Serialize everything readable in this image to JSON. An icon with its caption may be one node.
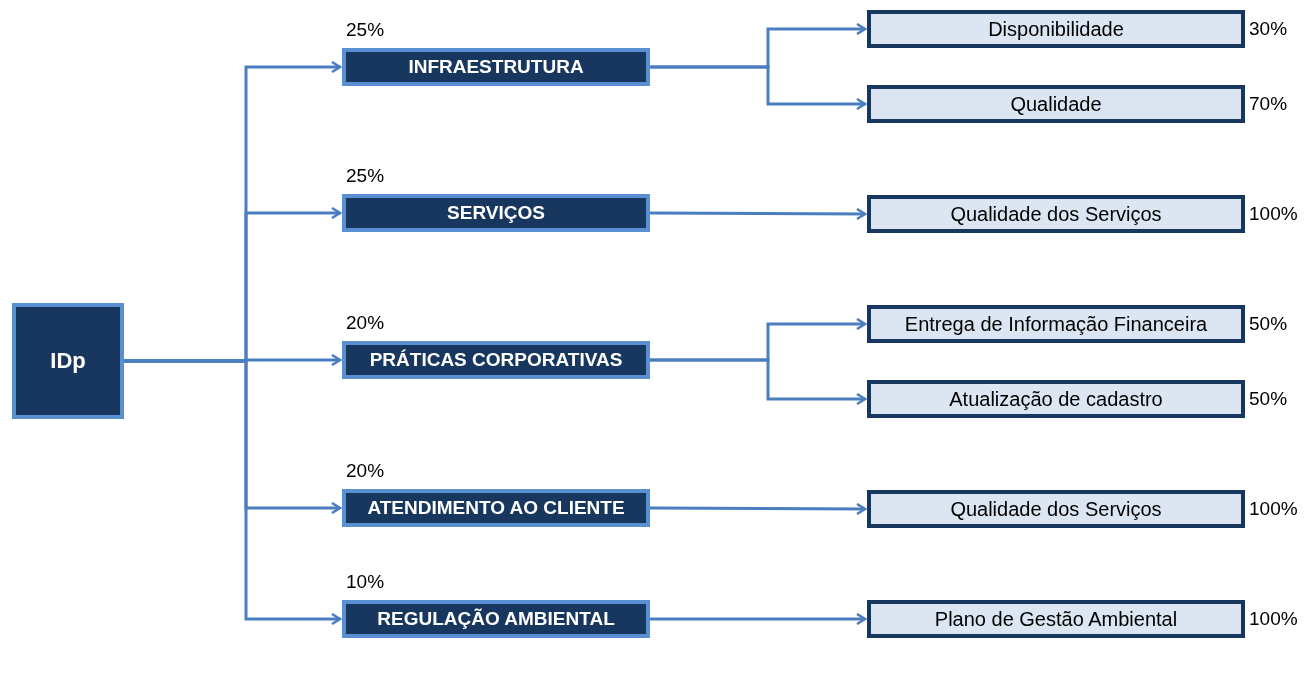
{
  "diagram": {
    "nodes": [
      {
        "text": [
          "IDp"
        ]
      },
      {
        "text": [
          "INFRAESTRUTURA"
        ],
        "beside": [
          "25%"
        ]
      },
      {
        "text": [
          "Disponibilidade"
        ],
        "beside": [
          "30%"
        ]
      },
      {
        "text": [
          "Qualidade"
        ],
        "beside": [
          "70%"
        ]
      },
      {
        "text": [
          "SERVIÇOS"
        ],
        "beside": [
          "25%"
        ]
      },
      {
        "text": [
          "Qualidade dos Serviços"
        ],
        "beside": [
          "100%"
        ]
      },
      {
        "text": [
          "PRÁTICAS CORPORATIVAS"
        ],
        "beside": [
          "20%"
        ]
      },
      {
        "text": [
          "Entrega de Informação Financeira"
        ],
        "beside": [
          "50%"
        ]
      },
      {
        "text": [
          "Atualização de cadastro"
        ],
        "beside": [
          "50%"
        ]
      },
      {
        "text": [
          "ATENDIMENTO AO CLIENTE"
        ],
        "beside": [
          "20%"
        ]
      },
      {
        "text": [
          "Qualidade dos Serviços"
        ],
        "beside": [
          "100%"
        ]
      },
      {
        "text": [
          "REGULAÇÃO AMBIENTAL"
        ],
        "beside": [
          "10%"
        ]
      },
      {
        "text": [
          "Plano de Gestão Ambiental"
        ],
        "beside": [
          "100%"
        ]
      }
    ],
    "edges": [
      {
        "from": 0,
        "to": 1,
        "arrow": "to"
      },
      {
        "from": 0,
        "to": 4,
        "arrow": "to"
      },
      {
        "from": 0,
        "to": 6,
        "arrow": "to"
      },
      {
        "from": 0,
        "to": 9,
        "arrow": "to"
      },
      {
        "from": 0,
        "to": 11,
        "arrow": "to"
      },
      {
        "from": 1,
        "to": 2,
        "arrow": "to"
      },
      {
        "from": 1,
        "to": 3,
        "arrow": "to"
      },
      {
        "from": 4,
        "to": 5,
        "arrow": "to"
      },
      {
        "from": 6,
        "to": 7,
        "arrow": "to"
      },
      {
        "from": 6,
        "to": 8,
        "arrow": "to"
      },
      {
        "from": 9,
        "to": 10,
        "arrow": "to"
      },
      {
        "from": 11,
        "to": 12,
        "arrow": "to"
      }
    ]
  }
}
